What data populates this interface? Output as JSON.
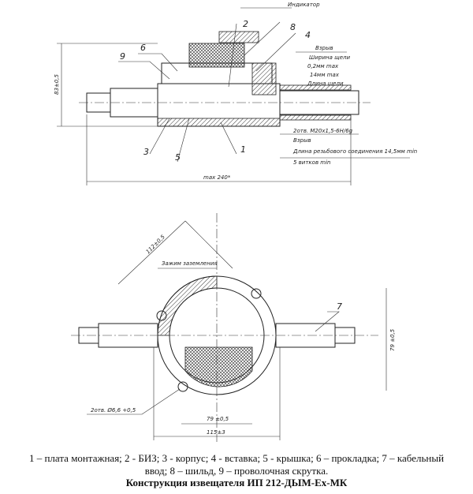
{
  "top_view": {
    "callouts": [
      "1",
      "2",
      "3",
      "4",
      "5",
      "6",
      "8",
      "9"
    ],
    "indicator": "Индикатор",
    "explosion1": "Взрыв",
    "gap_width": "Ширина щели",
    "gap_width_val": "0,2мм max",
    "gap_length_val": "14мм max",
    "gap_length": "Длина щели",
    "thread_holes": "2отв. M20x1,5-6H/6g",
    "explosion2": "Взрыв",
    "thread_length": "Длина резьбового соединения 14,5мм min",
    "turns": "5 витков min",
    "height_dim": "83±0,5",
    "max_length": "max 240*"
  },
  "bottom_view": {
    "callout7": "7",
    "ground_clamp": "Зажим заземления",
    "diag_dim": "112±0,5",
    "height_dim": "79 ±0,5",
    "holes": "2отв. Ø6,6 +0,5",
    "width_dim": "79 ±0,5",
    "total_dim": "115±3"
  },
  "caption": {
    "line1": "1 – плата монтажная; 2 - БИЗ; 3 - корпус; 4 - вставка; 5 - крышка; 6 – прокладка; 7 – кабельный",
    "line2": "ввод; 8 – шильд, 9 – проволочная скрутка.",
    "title": "Конструкция извещателя ИП 212-ДЫМ-Ex-МК"
  }
}
